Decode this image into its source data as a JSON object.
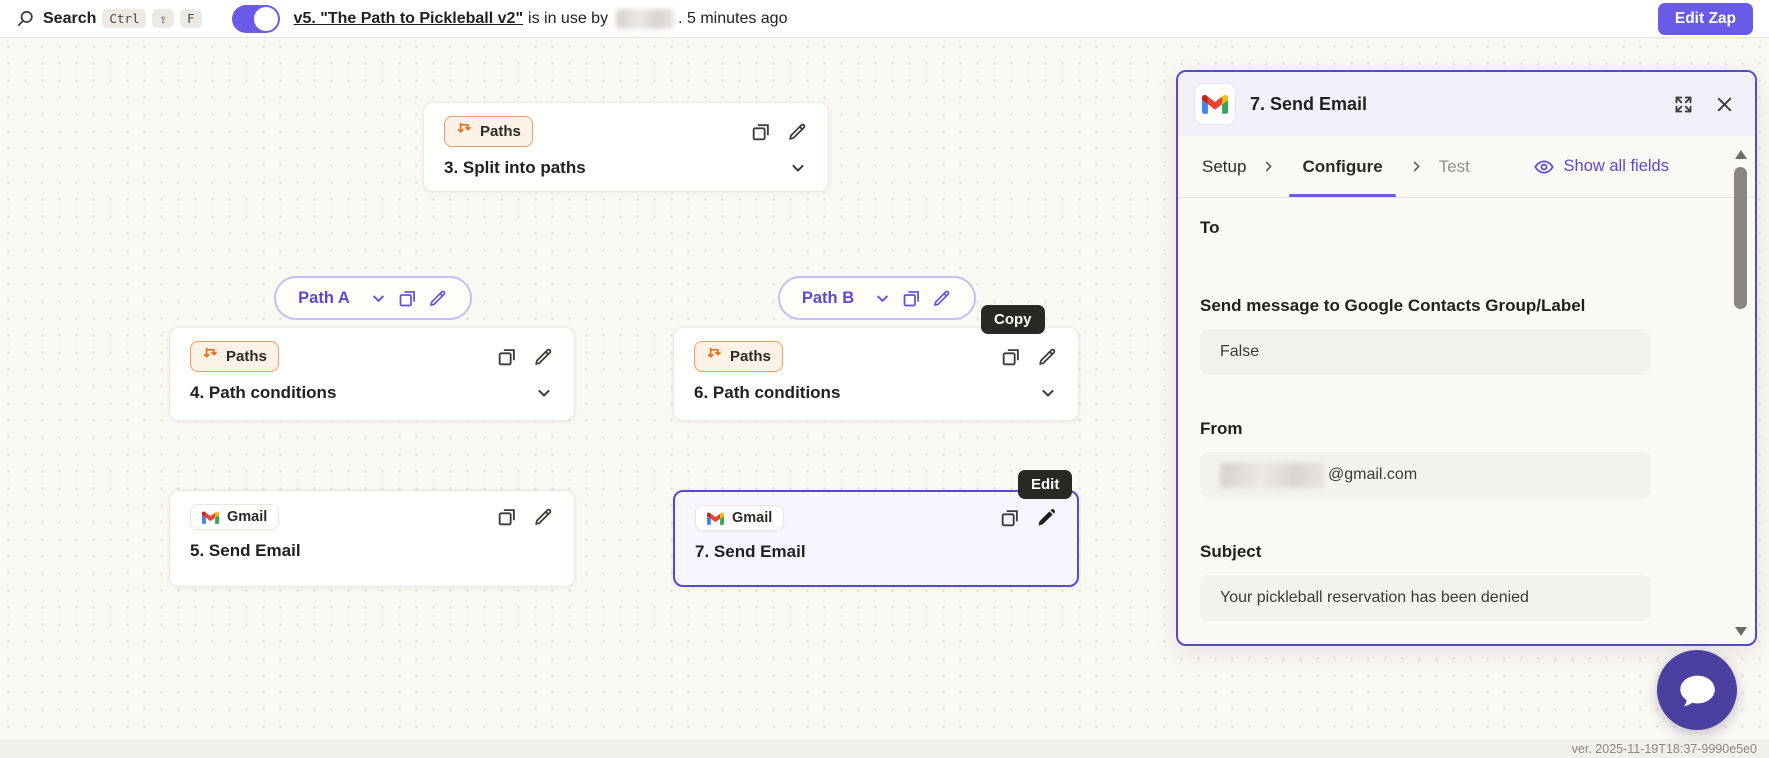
{
  "topbar": {
    "search_label": "Search",
    "keys": {
      "k1": "Ctrl",
      "k2": "⇧",
      "k3": "F"
    },
    "zap_link": "v5. \"The Path to Pickleball v2\"",
    "in_use_text": "is in use by",
    "time_text": ". 5 minutes ago",
    "edit_zap": "Edit Zap"
  },
  "canvas": {
    "node3": {
      "badge": "Paths",
      "title": "3. Split into paths"
    },
    "path_a": {
      "label": "Path A"
    },
    "path_b": {
      "label": "Path B"
    },
    "node4": {
      "badge": "Paths",
      "title": "4. Path conditions"
    },
    "node6": {
      "badge": "Paths",
      "title": "6. Path conditions"
    },
    "node5": {
      "badge": "Gmail",
      "title": "5. Send Email"
    },
    "node7": {
      "badge": "Gmail",
      "title": "7. Send Email"
    },
    "copy_tooltip": "Copy",
    "edit_tooltip": "Edit"
  },
  "panel": {
    "title": "7. Send Email",
    "tab_setup": "Setup",
    "tab_configure": "Configure",
    "tab_test": "Test",
    "show_all_fields": "Show all fields",
    "to_label": "To",
    "group_label": "Send message to Google Contacts Group/Label",
    "group_value": "False",
    "from_label": "From",
    "from_value": "@gmail.com",
    "subject_label": "Subject",
    "subject_value": "Your pickleball reservation has been denied"
  },
  "footer": {
    "version": "ver. 2025-11-19T18:37-9990e5e0"
  },
  "colors": {
    "brand_purple": "#695be8",
    "arrow_purple": "#7a5af5",
    "paths_orange": "#e8701d",
    "panel_border": "#564ac8",
    "tooltip_bg": "#2a2825"
  }
}
